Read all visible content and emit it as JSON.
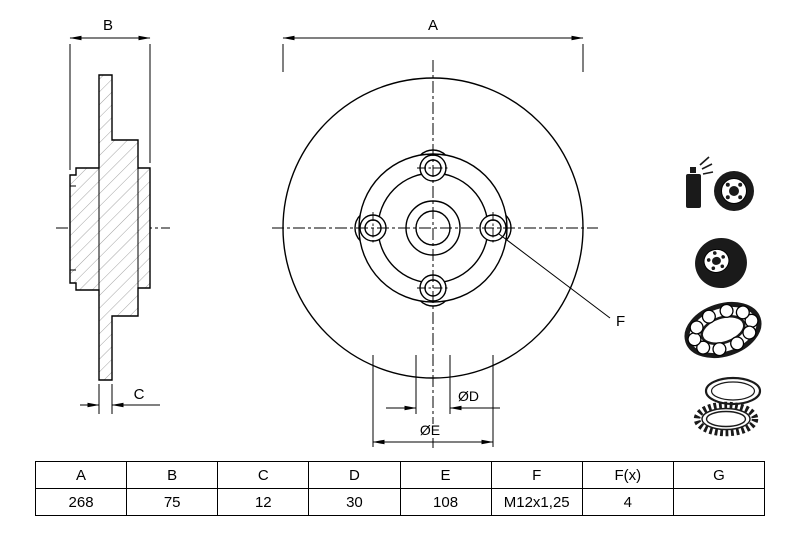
{
  "drawing": {
    "labels": {
      "a": "A",
      "b": "B",
      "c": "C",
      "d": "ØD",
      "e": "ØE",
      "f": "F"
    }
  },
  "side_icons": {
    "items": [
      "spray-can-with-brake-disc",
      "brake-disc-angled",
      "wheel-bearing",
      "abs-sensor-rings"
    ]
  },
  "table": {
    "headers": [
      "A",
      "B",
      "C",
      "D",
      "E",
      "F",
      "F(x)",
      "G"
    ],
    "values": [
      "268",
      "75",
      "12",
      "30",
      "108",
      "M12x1,25",
      "4",
      ""
    ]
  }
}
